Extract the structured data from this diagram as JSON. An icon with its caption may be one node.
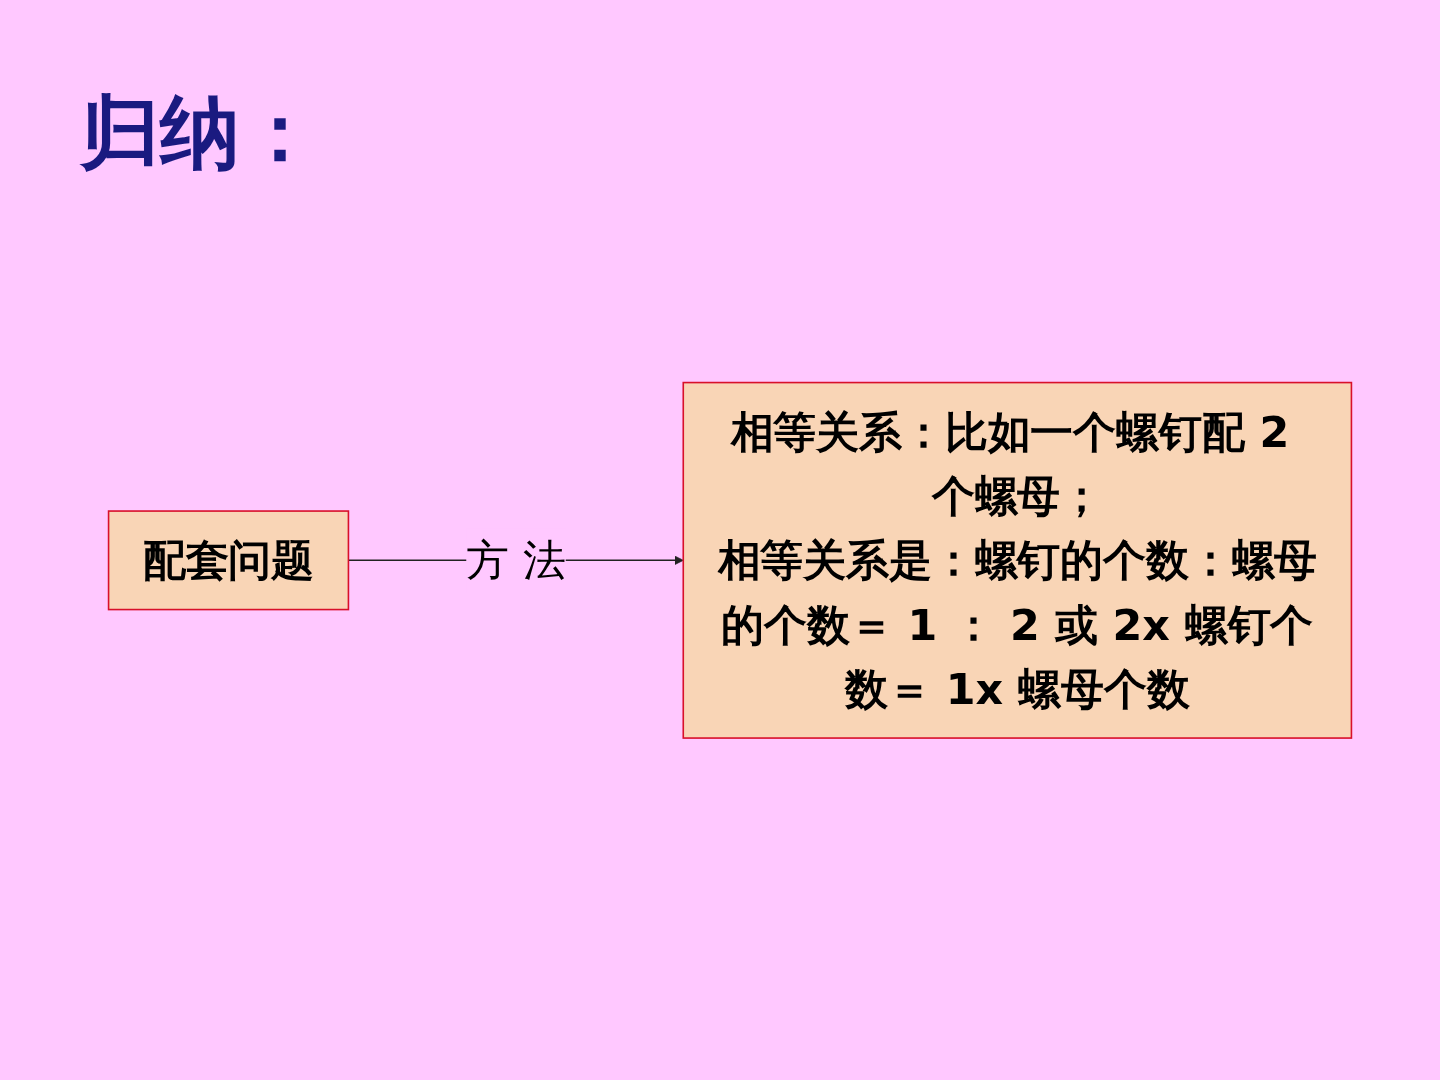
{
  "diagram": {
    "title": "归纳：",
    "nodes": [
      {
        "text": [
          "配套问题"
        ]
      },
      {
        "text": [
          "相等关系：比如一个螺钉配 2 个螺母；",
          "相等关系是：螺钉的个数：螺母的个数＝ 1 ： 2 或 2x 螺钉个数＝ 1x 螺母个数"
        ]
      }
    ],
    "edges": [
      {
        "from": 0,
        "to": 1,
        "arrow": "to",
        "label": "方 法"
      }
    ]
  }
}
